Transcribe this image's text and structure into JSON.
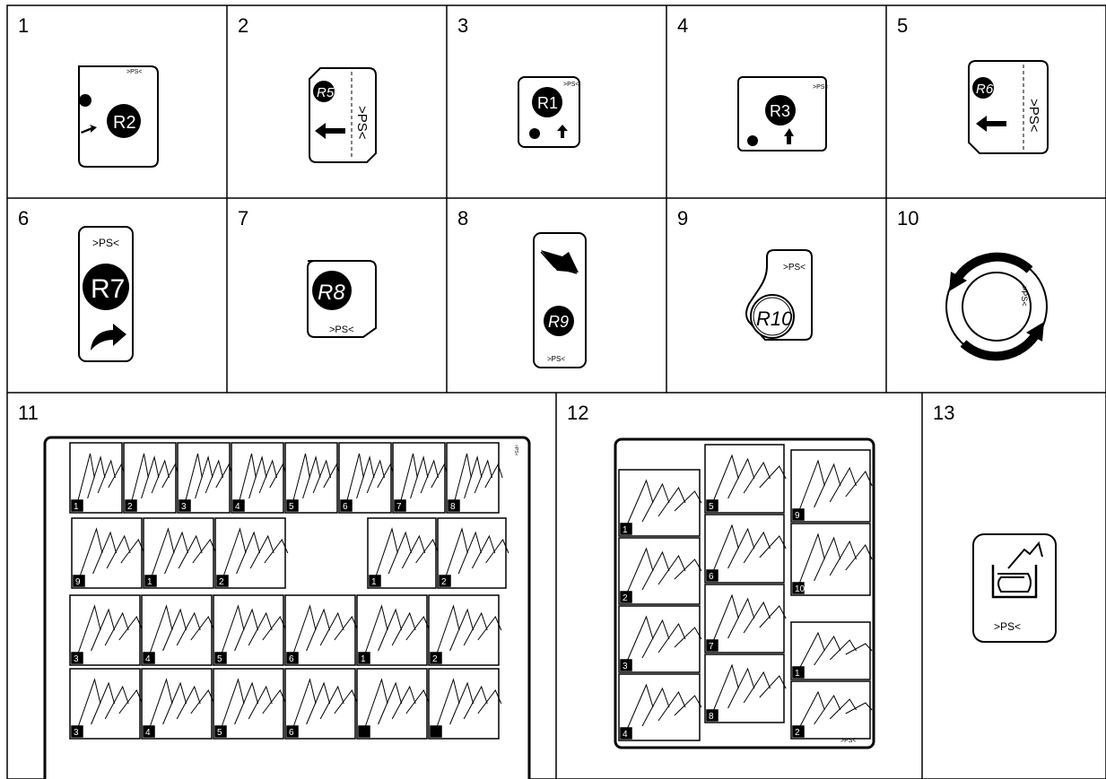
{
  "labels": [
    "1",
    "2",
    "3",
    "4",
    "5",
    "6",
    "7",
    "8",
    "9",
    "10",
    "11",
    "12",
    "13"
  ],
  "decals": {
    "ps_mark": ">PS<",
    "r2": "R2",
    "r5": "R5",
    "r1": "R1",
    "r3": "R3",
    "r6": "R6",
    "r7": "R7",
    "r8": "R8",
    "r9": "R9",
    "r10": "R10"
  },
  "panel11": {
    "step_numbers": [
      "1",
      "2",
      "3",
      "4",
      "5",
      "6",
      "7",
      "8",
      "9",
      "1",
      "2",
      "1",
      "2",
      "3",
      "4",
      "5",
      "6",
      "1",
      "2",
      "3",
      "4",
      "5",
      "6"
    ]
  },
  "panel12": {
    "step_numbers": [
      "1",
      "2",
      "3",
      "4",
      "5",
      "6",
      "7",
      "8",
      "9",
      "10",
      "1",
      "2"
    ]
  }
}
